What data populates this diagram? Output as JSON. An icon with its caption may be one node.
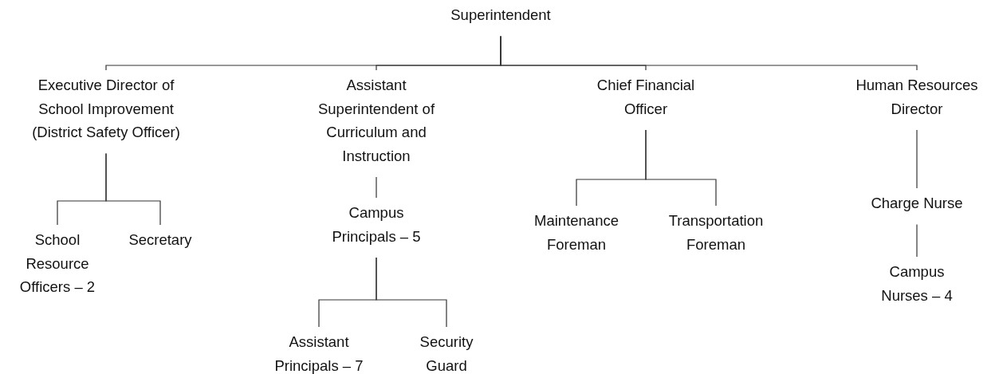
{
  "diagram": {
    "nodes": [
      {
        "text": [
          "Superintendent"
        ]
      },
      {
        "text": [
          "Executive Director of School Improvement (District Safety Officer)"
        ]
      },
      {
        "text": [
          "Assistant Superintendent of Curriculum and Instruction"
        ]
      },
      {
        "text": [
          "Chief Financial Officer"
        ]
      },
      {
        "text": [
          "Human Resources Director"
        ]
      },
      {
        "text": [
          "School Resource Officers – 2"
        ]
      },
      {
        "text": [
          "Secretary"
        ]
      },
      {
        "text": [
          "Campus Principals – 5"
        ]
      },
      {
        "text": [
          "Assistant Principals – 7"
        ]
      },
      {
        "text": [
          "Security Guard"
        ]
      },
      {
        "text": [
          "Maintenance Foreman"
        ]
      },
      {
        "text": [
          "Transportation Foreman"
        ]
      },
      {
        "text": [
          "Charge Nurse"
        ]
      },
      {
        "text": [
          "Campus Nurses – 4"
        ]
      }
    ],
    "edges": [
      {
        "from": 0,
        "to": 1,
        "arrow": "none"
      },
      {
        "from": 0,
        "to": 2,
        "arrow": "none"
      },
      {
        "from": 0,
        "to": 3,
        "arrow": "none"
      },
      {
        "from": 0,
        "to": 4,
        "arrow": "none"
      },
      {
        "from": 1,
        "to": 5,
        "arrow": "none"
      },
      {
        "from": 1,
        "to": 6,
        "arrow": "none"
      },
      {
        "from": 2,
        "to": 7,
        "arrow": "none"
      },
      {
        "from": 7,
        "to": 8,
        "arrow": "none"
      },
      {
        "from": 7,
        "to": 9,
        "arrow": "none"
      },
      {
        "from": 3,
        "to": 10,
        "arrow": "none"
      },
      {
        "from": 3,
        "to": 11,
        "arrow": "none"
      },
      {
        "from": 4,
        "to": 12,
        "arrow": "none"
      },
      {
        "from": 12,
        "to": 13,
        "arrow": "none"
      }
    ]
  }
}
